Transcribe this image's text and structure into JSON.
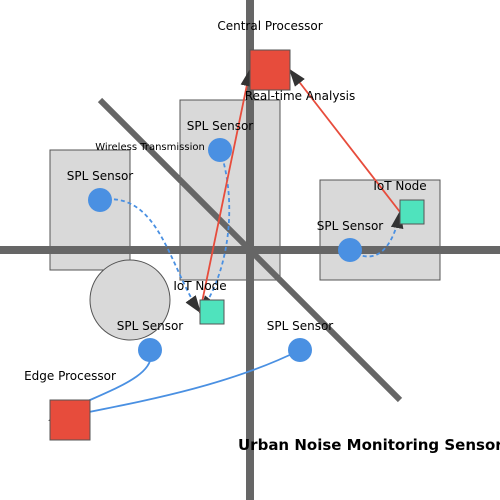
{
  "title": "Urban Noise Monitoring Sensor Network",
  "processors": {
    "central": {
      "label": "Central Processor",
      "sublabel": "Real-time Analysis",
      "color": "#e74c3c"
    },
    "edge": {
      "label": "Edge Processor",
      "color": "#e74c3c"
    }
  },
  "iot_nodes": [
    {
      "label": "IoT Node",
      "color": "#4fe3bd"
    },
    {
      "label": "IoT Node",
      "color": "#4fe3bd"
    }
  ],
  "sensors": [
    {
      "label": "SPL Sensor"
    },
    {
      "label": "SPL Sensor"
    },
    {
      "label": "SPL Sensor"
    },
    {
      "label": "SPL Sensor"
    },
    {
      "label": "SPL Sensor"
    }
  ],
  "links": {
    "wireless_label": "Wireless Transmission"
  },
  "colors": {
    "sensor": "#4a90e2",
    "wireless": "#4a90e2",
    "wired_to_central": "#e74c3c",
    "building": "#d9d9d9",
    "road": "#666666"
  }
}
